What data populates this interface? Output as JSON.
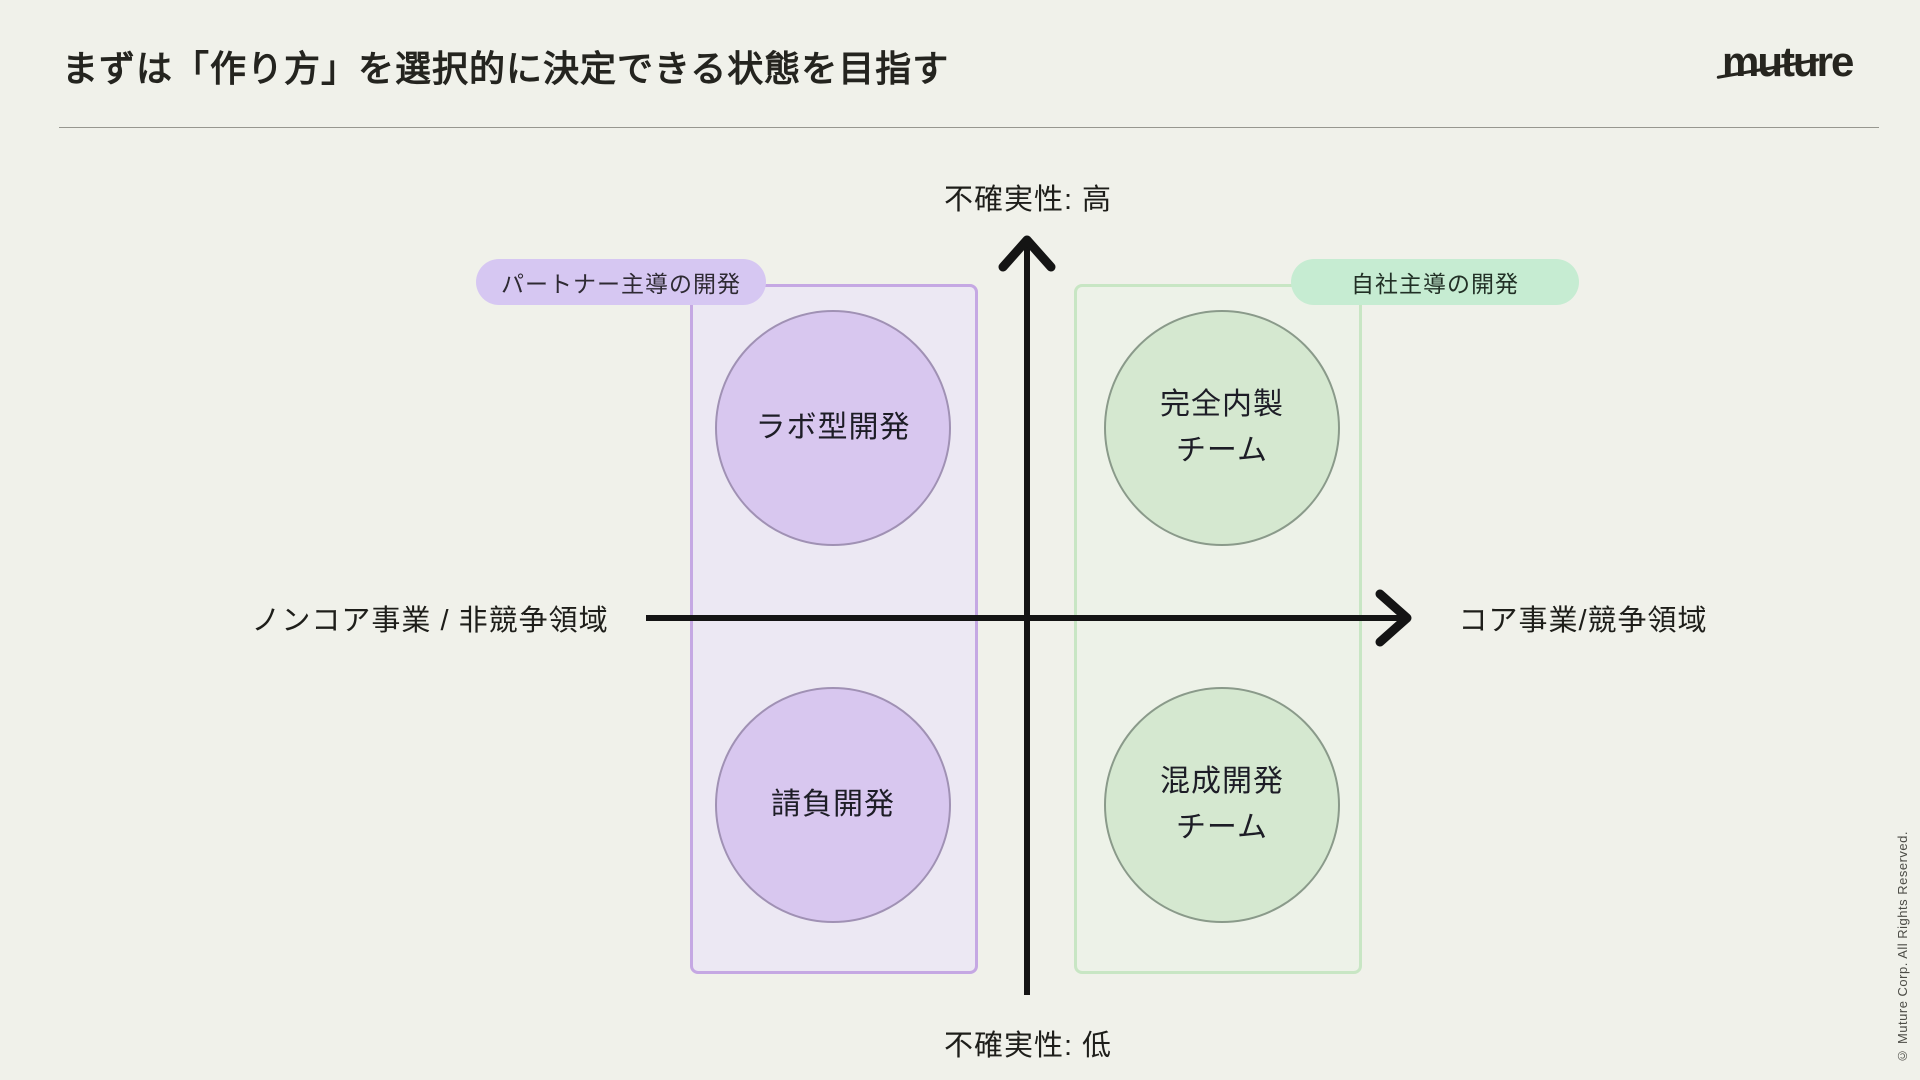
{
  "header": {
    "title": "まずは「作り方」を選択的に決定できる状態を目指す",
    "logo_text": "muture"
  },
  "axes": {
    "y_top_label": "不確実性: 高",
    "y_bottom_label": "不確実性: 低",
    "x_left_label": "ノンコア事業 / 非競争領域",
    "x_right_label": "コア事業/競争領域"
  },
  "quadrants": {
    "partner": {
      "label": "パートナー主導の開発",
      "top_circle": "ラボ型開発",
      "bottom_circle": "請負開発"
    },
    "inhouse": {
      "label": "自社主導の開発",
      "top_circle": "完全内製\nチーム",
      "bottom_circle": "混成開発\nチーム"
    }
  },
  "footer": {
    "copyright": "© Muture Corp. All Rights Reserved."
  },
  "colors": {
    "background": "#f0f1ea",
    "text": "#24241f",
    "arrow": "#141414",
    "purple_pill": "#d6c7f2",
    "purple_box_fill": "#ece8f3",
    "purple_box_border": "#c5a8e3",
    "purple_circle_fill": "#d8c7ef",
    "purple_circle_border": "#a091b4",
    "green_pill": "#c6ecd2",
    "green_box_fill": "#edf2e8",
    "green_box_border": "#c8e6c4",
    "green_circle_fill": "#d5e8d0",
    "green_circle_border": "#8a9a8a"
  }
}
